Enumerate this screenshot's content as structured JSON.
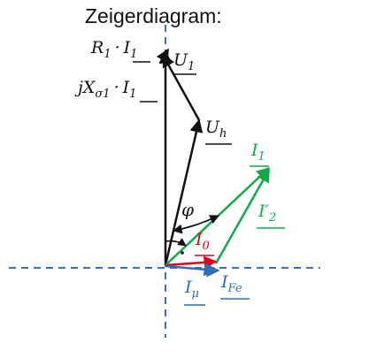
{
  "title": "Zeigerdiagram:",
  "colors": {
    "black": "#111111",
    "green": "#12a94a",
    "red": "#e0001a",
    "blue": "#2f6db5",
    "axis": "#3b6fb5"
  },
  "labels": {
    "u1": {
      "main": "U",
      "sub": "1"
    },
    "r1i1": {
      "pre": "R",
      "pre_sub": "1",
      "dot": "·",
      "main": "I",
      "sub": "1"
    },
    "jx": {
      "pre": "jX",
      "pre_sub": "σ1",
      "dot": "·",
      "main": "I",
      "sub": "1"
    },
    "uh": {
      "main": "U",
      "sub": "h"
    },
    "i1": {
      "main": "I",
      "sub": "1"
    },
    "i2p": {
      "main": "I",
      "prime": "′",
      "sub": "2"
    },
    "phi": "φ",
    "i0": {
      "main": "I",
      "sub": "0"
    },
    "imu": {
      "main": "I",
      "sub": "μ"
    },
    "ife": {
      "main": "I",
      "sub": "Fe"
    }
  }
}
